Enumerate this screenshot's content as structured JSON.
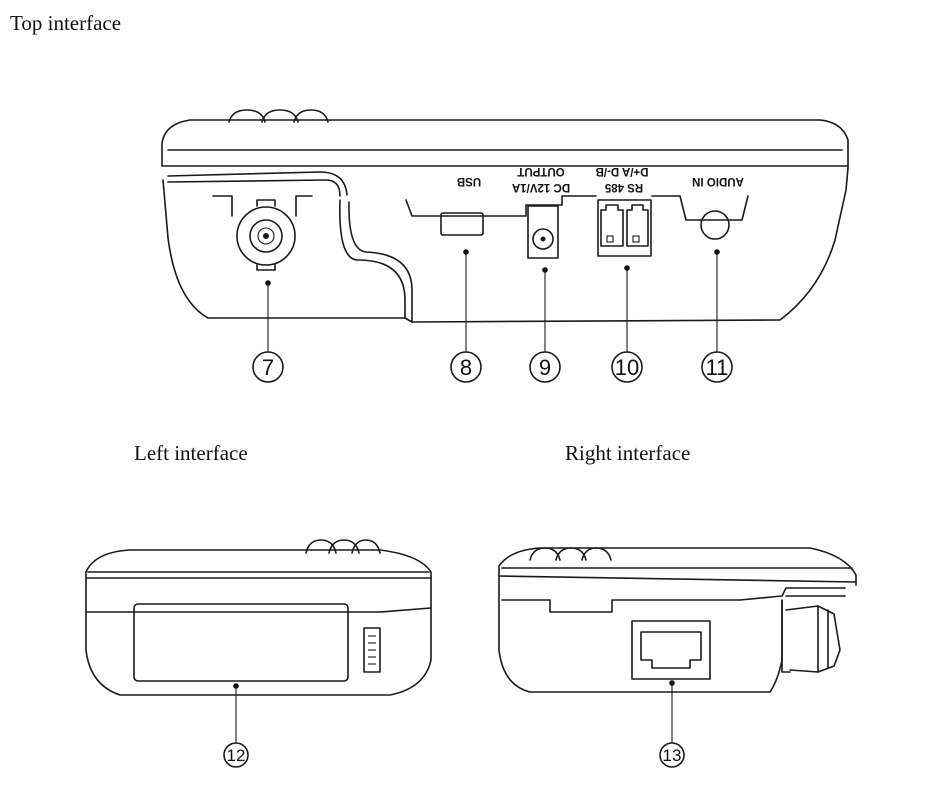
{
  "headings": {
    "top": "Top interface",
    "left": "Left interface",
    "right": "Right interface"
  },
  "port_labels": {
    "usb": "USB",
    "dc_line1": "DC 12V/1A",
    "dc_line2": "OUTPUT",
    "rs485_line1": "RS 485",
    "rs485_line2": "D+/A D-/B",
    "audio": "AUDIO IN"
  },
  "callouts": {
    "c7": "7",
    "c8": "8",
    "c9": "9",
    "c10": "10",
    "c11": "11",
    "c12": "12",
    "c13": "13"
  }
}
